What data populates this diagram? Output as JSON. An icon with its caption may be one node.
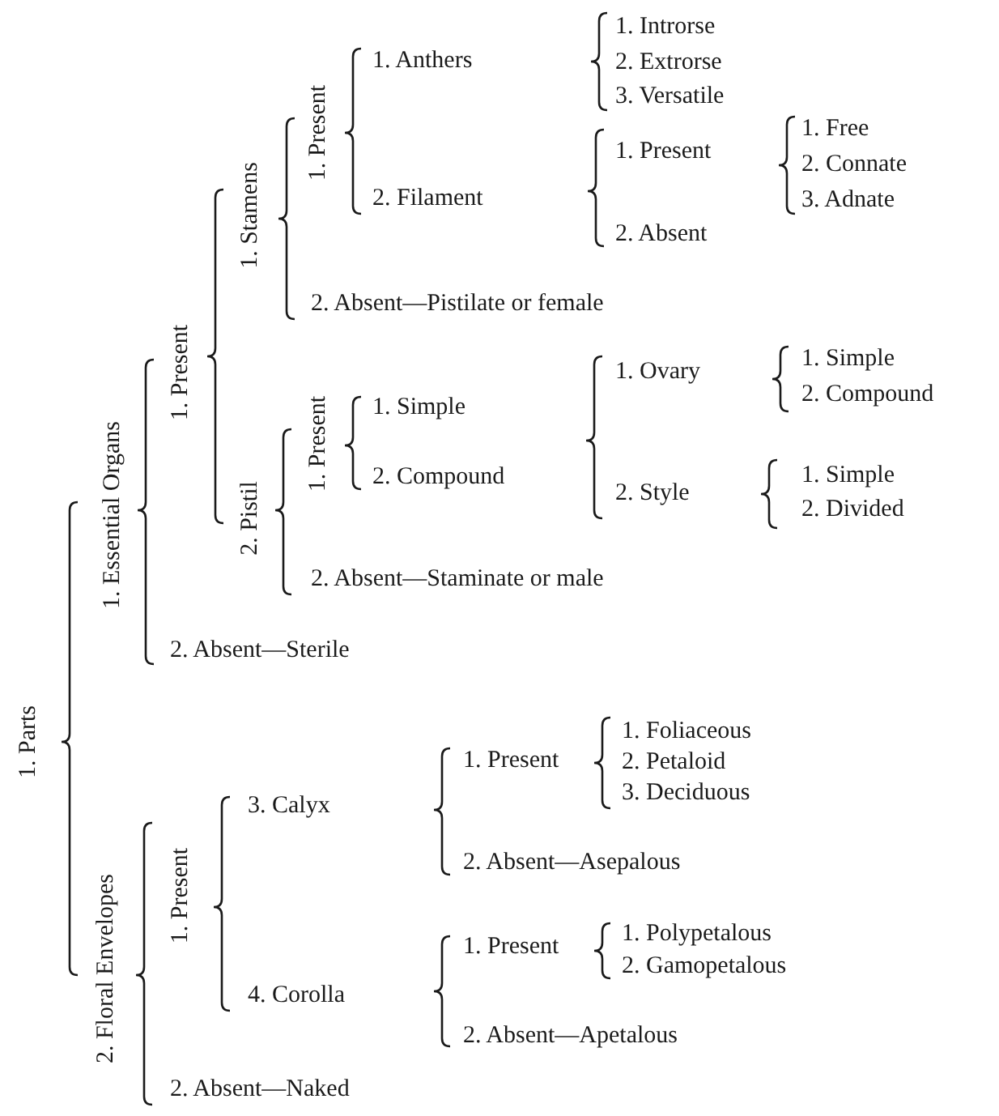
{
  "diagram": {
    "labels": [
      "1. Parts",
      "1. Essential Organs",
      "1. Present",
      "1. Stamens",
      "1. Present",
      "1. Anthers",
      "1. Introrse",
      "2. Extrorse",
      "3. Versatile",
      "2. Filament",
      "1. Present",
      "1. Free",
      "2. Connate",
      "3. Adnate",
      "2. Absent",
      "2. Absent—Pistilate or female",
      "2. Pistil",
      "1. Present",
      "1. Simple",
      "2. Compound",
      "1. Ovary",
      "1. Simple",
      "2. Compound",
      "2. Style",
      "1. Simple",
      "2. Divided",
      "2. Absent—Staminate or male",
      "2. Absent—Sterile",
      "2. Floral Envelopes",
      "1. Present",
      "3. Calyx",
      "1. Present",
      "1. Foliaceous",
      "2. Petaloid",
      "3. Deciduous",
      "2. Absent—Asepalous",
      "4. Corolla",
      "1. Present",
      "1. Polypetalous",
      "2. Gamopetalous",
      "2. Absent—Apetalous",
      "2. Absent—Naked"
    ]
  }
}
